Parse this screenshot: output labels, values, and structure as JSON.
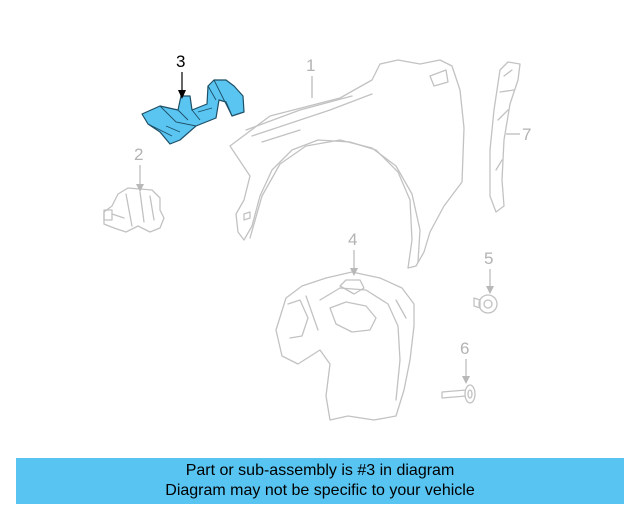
{
  "colors": {
    "highlight_part": "#5bc5f2",
    "ghost_lines": "#c2c2c2",
    "banner_background": "#57c4f2",
    "callout_highlight": "#000000",
    "callout_muted": "#b3b3b3"
  },
  "callouts": {
    "c1": "1",
    "c2": "2",
    "c3": "3",
    "c4": "4",
    "c5": "5",
    "c6": "6",
    "c7": "7"
  },
  "banner": {
    "line1": "Part or sub-assembly is #3 in diagram",
    "line2": "Diagram may not be specific to your vehicle"
  }
}
